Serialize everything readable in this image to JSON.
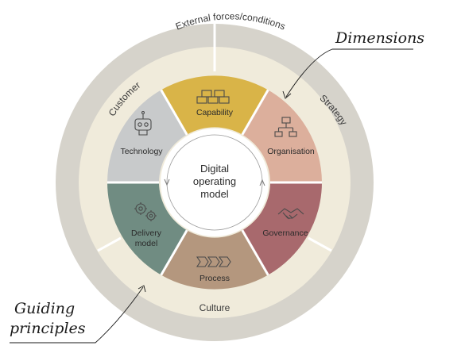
{
  "center": {
    "line1": "Digital",
    "line2": "operating",
    "line3": "model"
  },
  "outer_ring": {
    "label": "External forces/conditions"
  },
  "guiding_ring": {
    "customer": "Customer",
    "strategy": "Strategy",
    "culture": "Culture"
  },
  "segments": {
    "capability": {
      "label": "Capability",
      "color": "#d9b448",
      "icon": "building-blocks-icon"
    },
    "organisation": {
      "label": "Organisation",
      "color": "#dcaf9c",
      "icon": "org-chart-icon"
    },
    "governance": {
      "label": "Governance",
      "color": "#a8696d",
      "icon": "handshake-icon"
    },
    "process": {
      "label": "Process",
      "color": "#b4977e",
      "icon": "process-arrows-icon"
    },
    "delivery_model": {
      "line1": "Delivery",
      "line2": "model",
      "color": "#708c82",
      "icon": "gears-icon"
    },
    "technology": {
      "label": "Technology",
      "color": "#c8cacb",
      "icon": "robot-icon"
    }
  },
  "annotations": {
    "dimensions": "Dimensions",
    "guiding_line1": "Guiding",
    "guiding_line2": "principles"
  },
  "colors": {
    "outer_ring": "#d6d3cb",
    "guiding_ring": "#f0ebdb",
    "center": "#ffffff"
  }
}
